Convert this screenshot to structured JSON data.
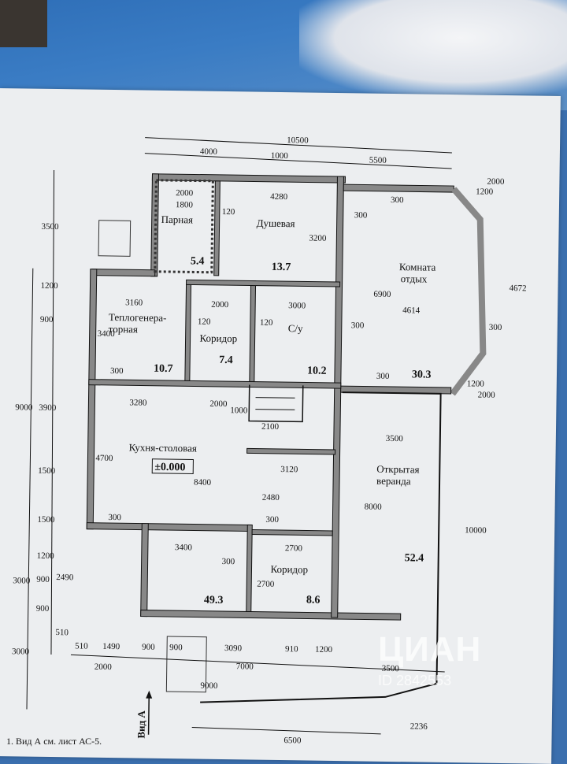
{
  "rooms": {
    "steam": {
      "name": "Парная",
      "area": "5.4"
    },
    "shower": {
      "name": "Душевая",
      "area": "13.7"
    },
    "lounge": {
      "name_line1": "Комната",
      "name_line2": "отдых",
      "area": "30.3"
    },
    "heat": {
      "name_line1": "Теплогенера-",
      "name_line2": "торная",
      "area": "10.7"
    },
    "corridor1": {
      "name": "Коридор",
      "area": "7.4"
    },
    "wc": {
      "name": "С/у",
      "area": "10.2"
    },
    "kitchen": {
      "name": "Кухня-столовая",
      "level": "±0.000"
    },
    "veranda": {
      "name_line1": "Открытая",
      "name_line2": "веранда",
      "area": "52.4"
    },
    "hall": {
      "area": "49.3"
    },
    "corridor2": {
      "name": "Коридор",
      "area": "8.6"
    }
  },
  "dims": {
    "d10500": "10500",
    "d4000": "4000",
    "d1000": "1000",
    "d5500": "5500",
    "d2000a": "2000",
    "d1800": "1800",
    "d4280": "4280",
    "d120a": "120",
    "d300a": "300",
    "d300b": "300",
    "d3200": "3200",
    "d6900": "6900",
    "d2000tr": "2000",
    "d1200tr": "1200",
    "d4672": "4672",
    "d3160": "3160",
    "d2000b": "2000",
    "d3000a": "3000",
    "d4614": "4614",
    "d120b": "120",
    "d120c": "120",
    "d300c": "300",
    "d300d": "300",
    "d3400a": "3400",
    "d300e": "300",
    "d300f": "300",
    "d1200br": "1200",
    "d2000br": "2000",
    "d3280": "3280",
    "d2000c": "2000",
    "d1000b": "1000",
    "d2100": "2100",
    "d3500a": "3500",
    "d4700": "4700",
    "d3120": "3120",
    "d8400": "8400",
    "d8000": "8000",
    "d10000": "10000",
    "d2480": "2480",
    "d300g": "300",
    "d300h": "300",
    "d3400b": "3400",
    "d2700a": "2700",
    "d300i": "300",
    "d2700b": "2700",
    "l3500": "3500",
    "l1200": "1200",
    "l900": "900",
    "l3900": "3900",
    "l9000": "9000",
    "l1500a": "1500",
    "l1500b": "1500",
    "l1200b": "1200",
    "l900b": "900",
    "l2490": "2490",
    "l3000": "3000",
    "l900c": "900",
    "l510": "510",
    "l3000b": "3000",
    "b510": "510",
    "b1490": "1490",
    "b900a": "900",
    "b900b": "900",
    "b3090": "3090",
    "b910": "910",
    "b1200": "1200",
    "b2000": "2000",
    "b7000": "7000",
    "b9000": "9000",
    "b3500": "3500",
    "b6500": "6500",
    "b2236": "2236"
  },
  "note": "1. Вид А см. лист АС-5.",
  "view_label": "Вид А",
  "watermark": {
    "logo": "ЦИАН",
    "id": "ID 2842553"
  }
}
